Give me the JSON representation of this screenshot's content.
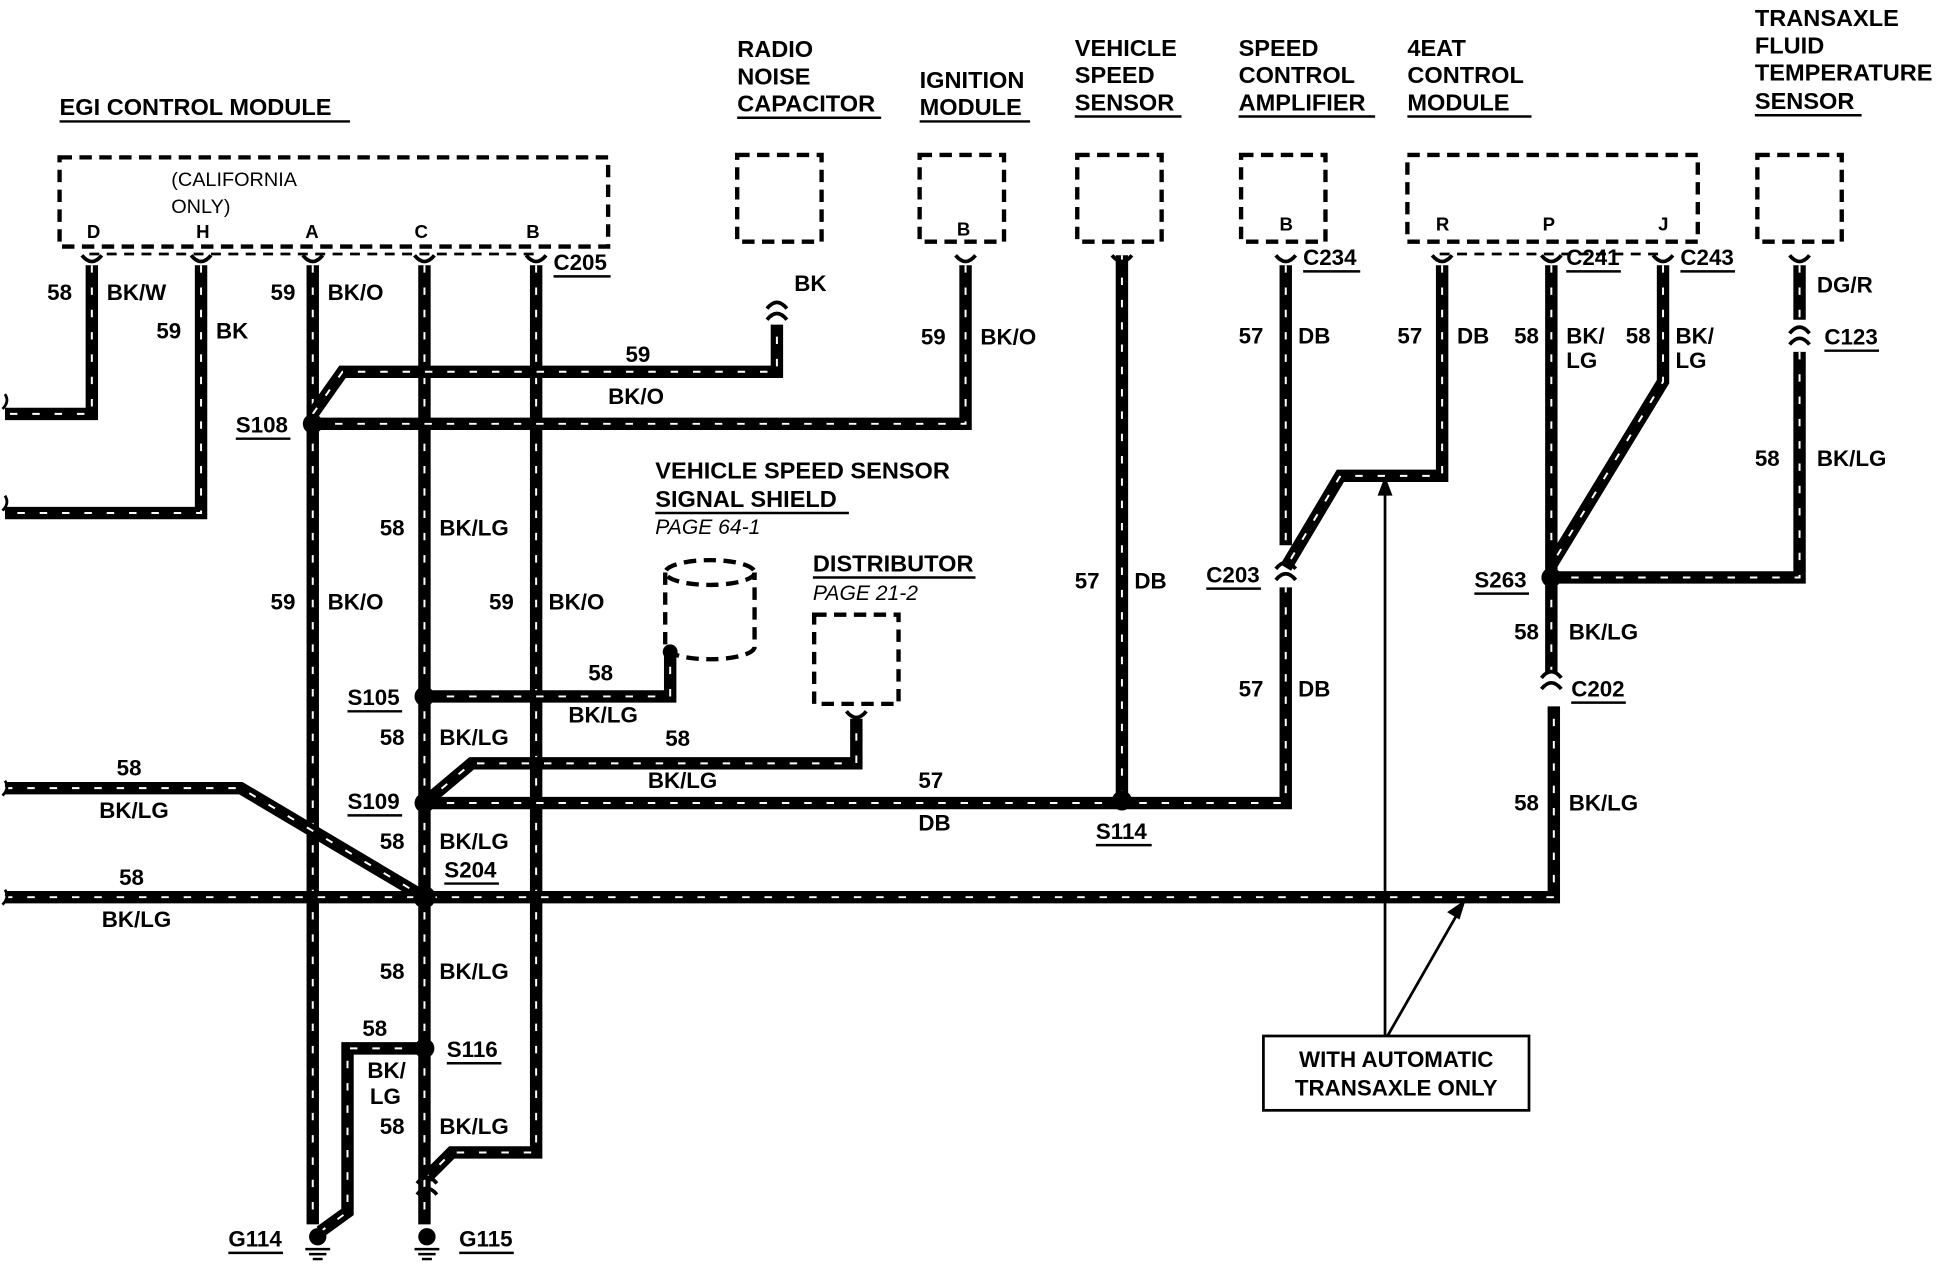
{
  "components": {
    "egi_module": {
      "label": "EGI CONTROL MODULE",
      "note_line1": "(CALIFORNIA",
      "note_line2": "ONLY)",
      "pins": [
        "D",
        "H",
        "A",
        "C",
        "B"
      ],
      "connector": "C205"
    },
    "radio_noise_capacitor": {
      "lines": [
        "RADIO",
        "NOISE",
        "CAPACITOR"
      ]
    },
    "ignition_module": {
      "lines": [
        "IGNITION",
        "MODULE"
      ],
      "pin": "B"
    },
    "vehicle_speed_sensor": {
      "lines": [
        "VEHICLE",
        "SPEED",
        "SENSOR"
      ]
    },
    "speed_control_amplifier": {
      "lines": [
        "SPEED",
        "CONTROL",
        "AMPLIFIER"
      ],
      "pin": "B",
      "connector": "C234"
    },
    "control_module_4eat": {
      "lines": [
        "4EAT",
        "CONTROL",
        "MODULE"
      ],
      "pins": [
        "R",
        "P",
        "J"
      ],
      "connectors": [
        "C241",
        "C243"
      ]
    },
    "transaxle_fluid_temp_sensor": {
      "lines": [
        "TRANSAXLE",
        "FLUID",
        "TEMPERATURE",
        "SENSOR"
      ],
      "connector": "C123"
    },
    "vss_signal_shield": {
      "lines": [
        "VEHICLE SPEED SENSOR",
        "SIGNAL SHIELD"
      ],
      "page": "PAGE 64-1"
    },
    "distributor": {
      "label": "DISTRIBUTOR",
      "page": "PAGE 21-2"
    }
  },
  "splices": {
    "s108": "S108",
    "s105": "S105",
    "s109": "S109",
    "s204": "S204",
    "s116": "S116",
    "s114": "S114",
    "s263": "S263"
  },
  "connectors": {
    "c203": "C203",
    "c202": "C202"
  },
  "grounds": {
    "g114": "G114",
    "g115": "G115"
  },
  "circuits": {
    "c57": "57",
    "c58": "58",
    "c59": "59"
  },
  "colors": {
    "bk": "BK",
    "bkw": "BK/W",
    "bko": "BK/O",
    "bklg": "BK/LG",
    "bk_part": "BK/",
    "lg_part": "LG",
    "db": "DB",
    "dgr": "DG/R"
  },
  "note": {
    "line1": "WITH AUTOMATIC",
    "line2": "TRANSAXLE ONLY"
  }
}
